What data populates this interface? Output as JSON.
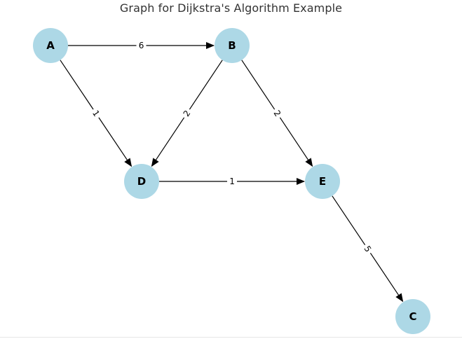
{
  "title": "Graph for Dijkstra's Algorithm Example",
  "style": {
    "node_fill": "#add8e6",
    "edge_color": "#000000",
    "label_bg": "#ffffff"
  },
  "graph": {
    "directed": true,
    "nodes": [
      {
        "id": "A",
        "label": "A"
      },
      {
        "id": "B",
        "label": "B"
      },
      {
        "id": "D",
        "label": "D"
      },
      {
        "id": "E",
        "label": "E"
      },
      {
        "id": "C",
        "label": "C"
      }
    ],
    "edges": [
      {
        "from": "A",
        "to": "B",
        "weight": "6"
      },
      {
        "from": "A",
        "to": "D",
        "weight": "1"
      },
      {
        "from": "B",
        "to": "D",
        "weight": "2"
      },
      {
        "from": "B",
        "to": "E",
        "weight": "2"
      },
      {
        "from": "D",
        "to": "E",
        "weight": "1"
      },
      {
        "from": "E",
        "to": "C",
        "weight": "5"
      }
    ]
  }
}
